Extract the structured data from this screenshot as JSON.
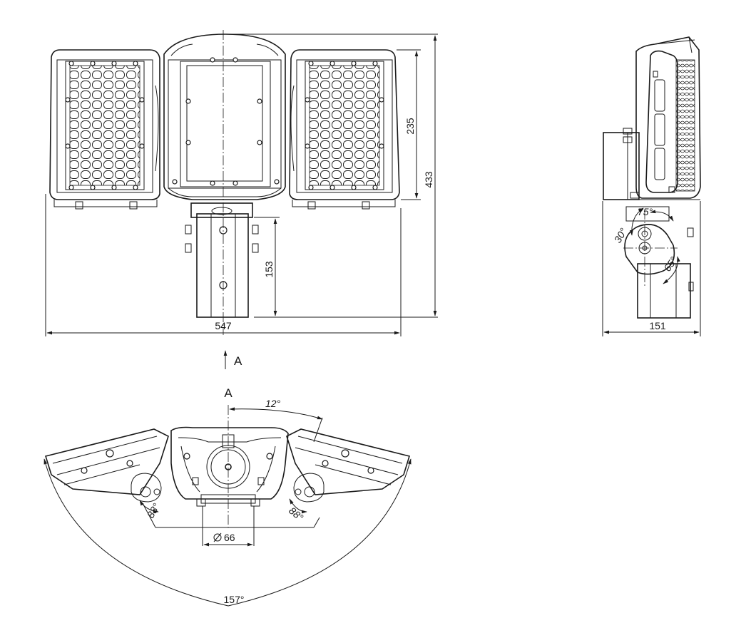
{
  "dimensions": {
    "total_width": "547",
    "total_height": "433",
    "panel_height": "235",
    "bracket_height": "153",
    "side_depth": "151",
    "pipe_diameter": "66"
  },
  "angles": {
    "side_top": "75°",
    "side_left": "30°",
    "side_bottom": "65°",
    "plan_top": "12°",
    "plan_left_tilt": "88°",
    "plan_right_tilt": "88°",
    "plan_spread": "157°"
  },
  "view_labels": {
    "arrow_label": "A",
    "view_title": "A"
  },
  "colors": {
    "ink": "#1a1a1a",
    "background": "#ffffff"
  }
}
